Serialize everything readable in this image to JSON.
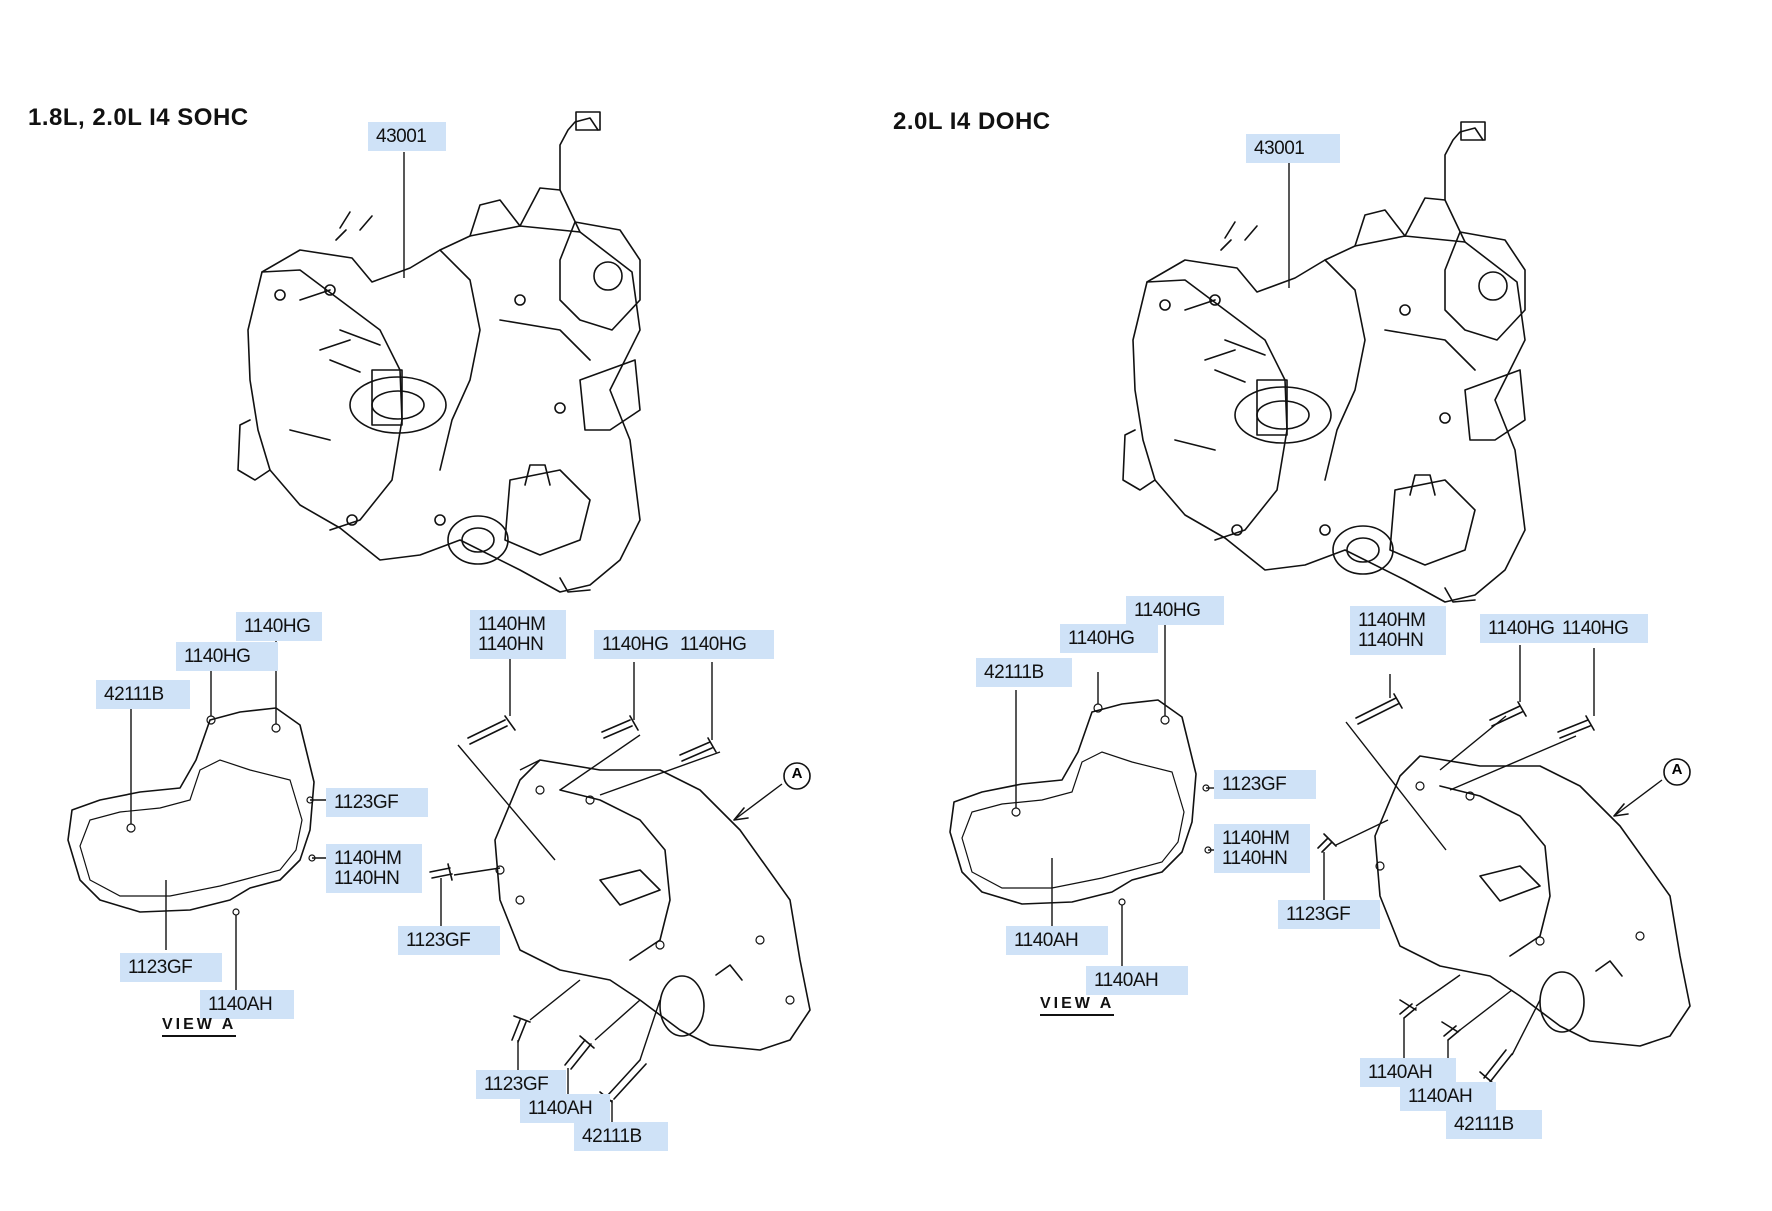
{
  "left": {
    "heading": "1.8L, 2.0L I4 SOHC",
    "view_label": "VIEW A",
    "callouts": {
      "transaxle": "43001",
      "hg_a": "1140HG",
      "hg_b": "1140HG",
      "dowel": "42111B",
      "gf_a": "1123GF",
      "hm": "1140HM",
      "hn": "1140HN",
      "gf_b": "1123GF",
      "ah_a": "1140AH",
      "top_hm": "1140HM",
      "top_hn": "1140HN",
      "top_hg_a": "1140HG",
      "top_hg_b": "1140HG",
      "gf_c": "1123GF",
      "gf_d": "1123GF",
      "ah_b": "1140AH",
      "dowel_b": "42111B"
    },
    "marker": "A"
  },
  "right": {
    "heading": "2.0L I4 DOHC",
    "view_label": "VIEW A",
    "callouts": {
      "transaxle": "43001",
      "hg_a": "1140HG",
      "hg_b": "1140HG",
      "dowel": "42111B",
      "gf_a": "1123GF",
      "hm": "1140HM",
      "hn": "1140HN",
      "ah_a": "1140AH",
      "ah_b": "1140AH",
      "top_hm": "1140HM",
      "top_hn": "1140HN",
      "top_hg_a": "1140HG",
      "top_hg_b": "1140HG",
      "gf_c": "1123GF",
      "ah_c": "1140AH",
      "ah_d": "1140AH",
      "dowel_b": "42111B"
    },
    "marker": "A"
  }
}
